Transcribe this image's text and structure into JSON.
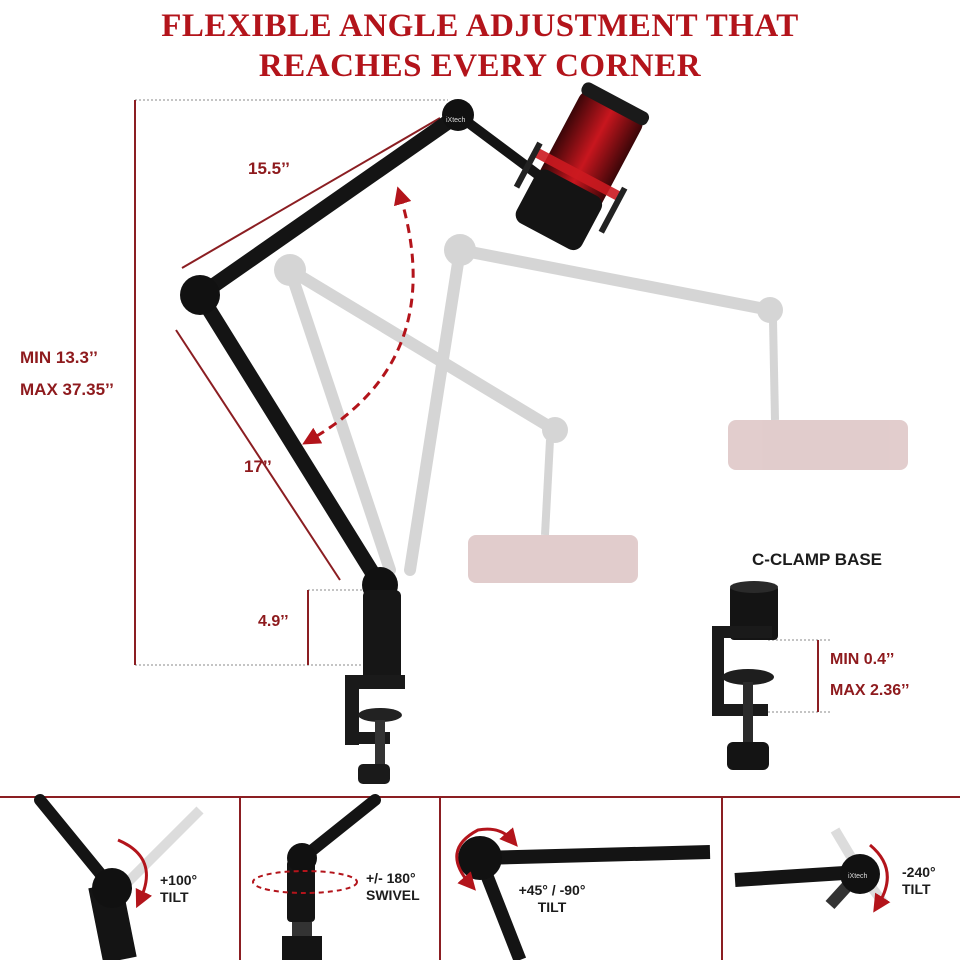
{
  "title": {
    "line1": "FLEXIBLE ANGLE ADJUSTMENT THAT",
    "line2": "REACHES EVERY CORNER"
  },
  "brand_mark": "iXtech",
  "dimensions": {
    "upper_arm": "15.5’’",
    "lower_arm": "17’’",
    "height_min": "MIN 13.3’’",
    "height_max": "MAX 37.35’’",
    "base_height": "4.9’’"
  },
  "clamp": {
    "title": "C-CLAMP BASE",
    "min": "MIN 0.4’’",
    "max": "MAX 2.36’’"
  },
  "features": [
    {
      "value": "+100°",
      "label": "TILT"
    },
    {
      "value": "+/- 180°",
      "label": "SWIVEL"
    },
    {
      "value": "+45° / -90°",
      "label": "TILT"
    },
    {
      "value": "-240°",
      "label": "TILT"
    }
  ],
  "colors": {
    "accent": "#b3141b",
    "label": "#8e1a1d",
    "frame": "#8b1e22",
    "arm": "#141414"
  }
}
